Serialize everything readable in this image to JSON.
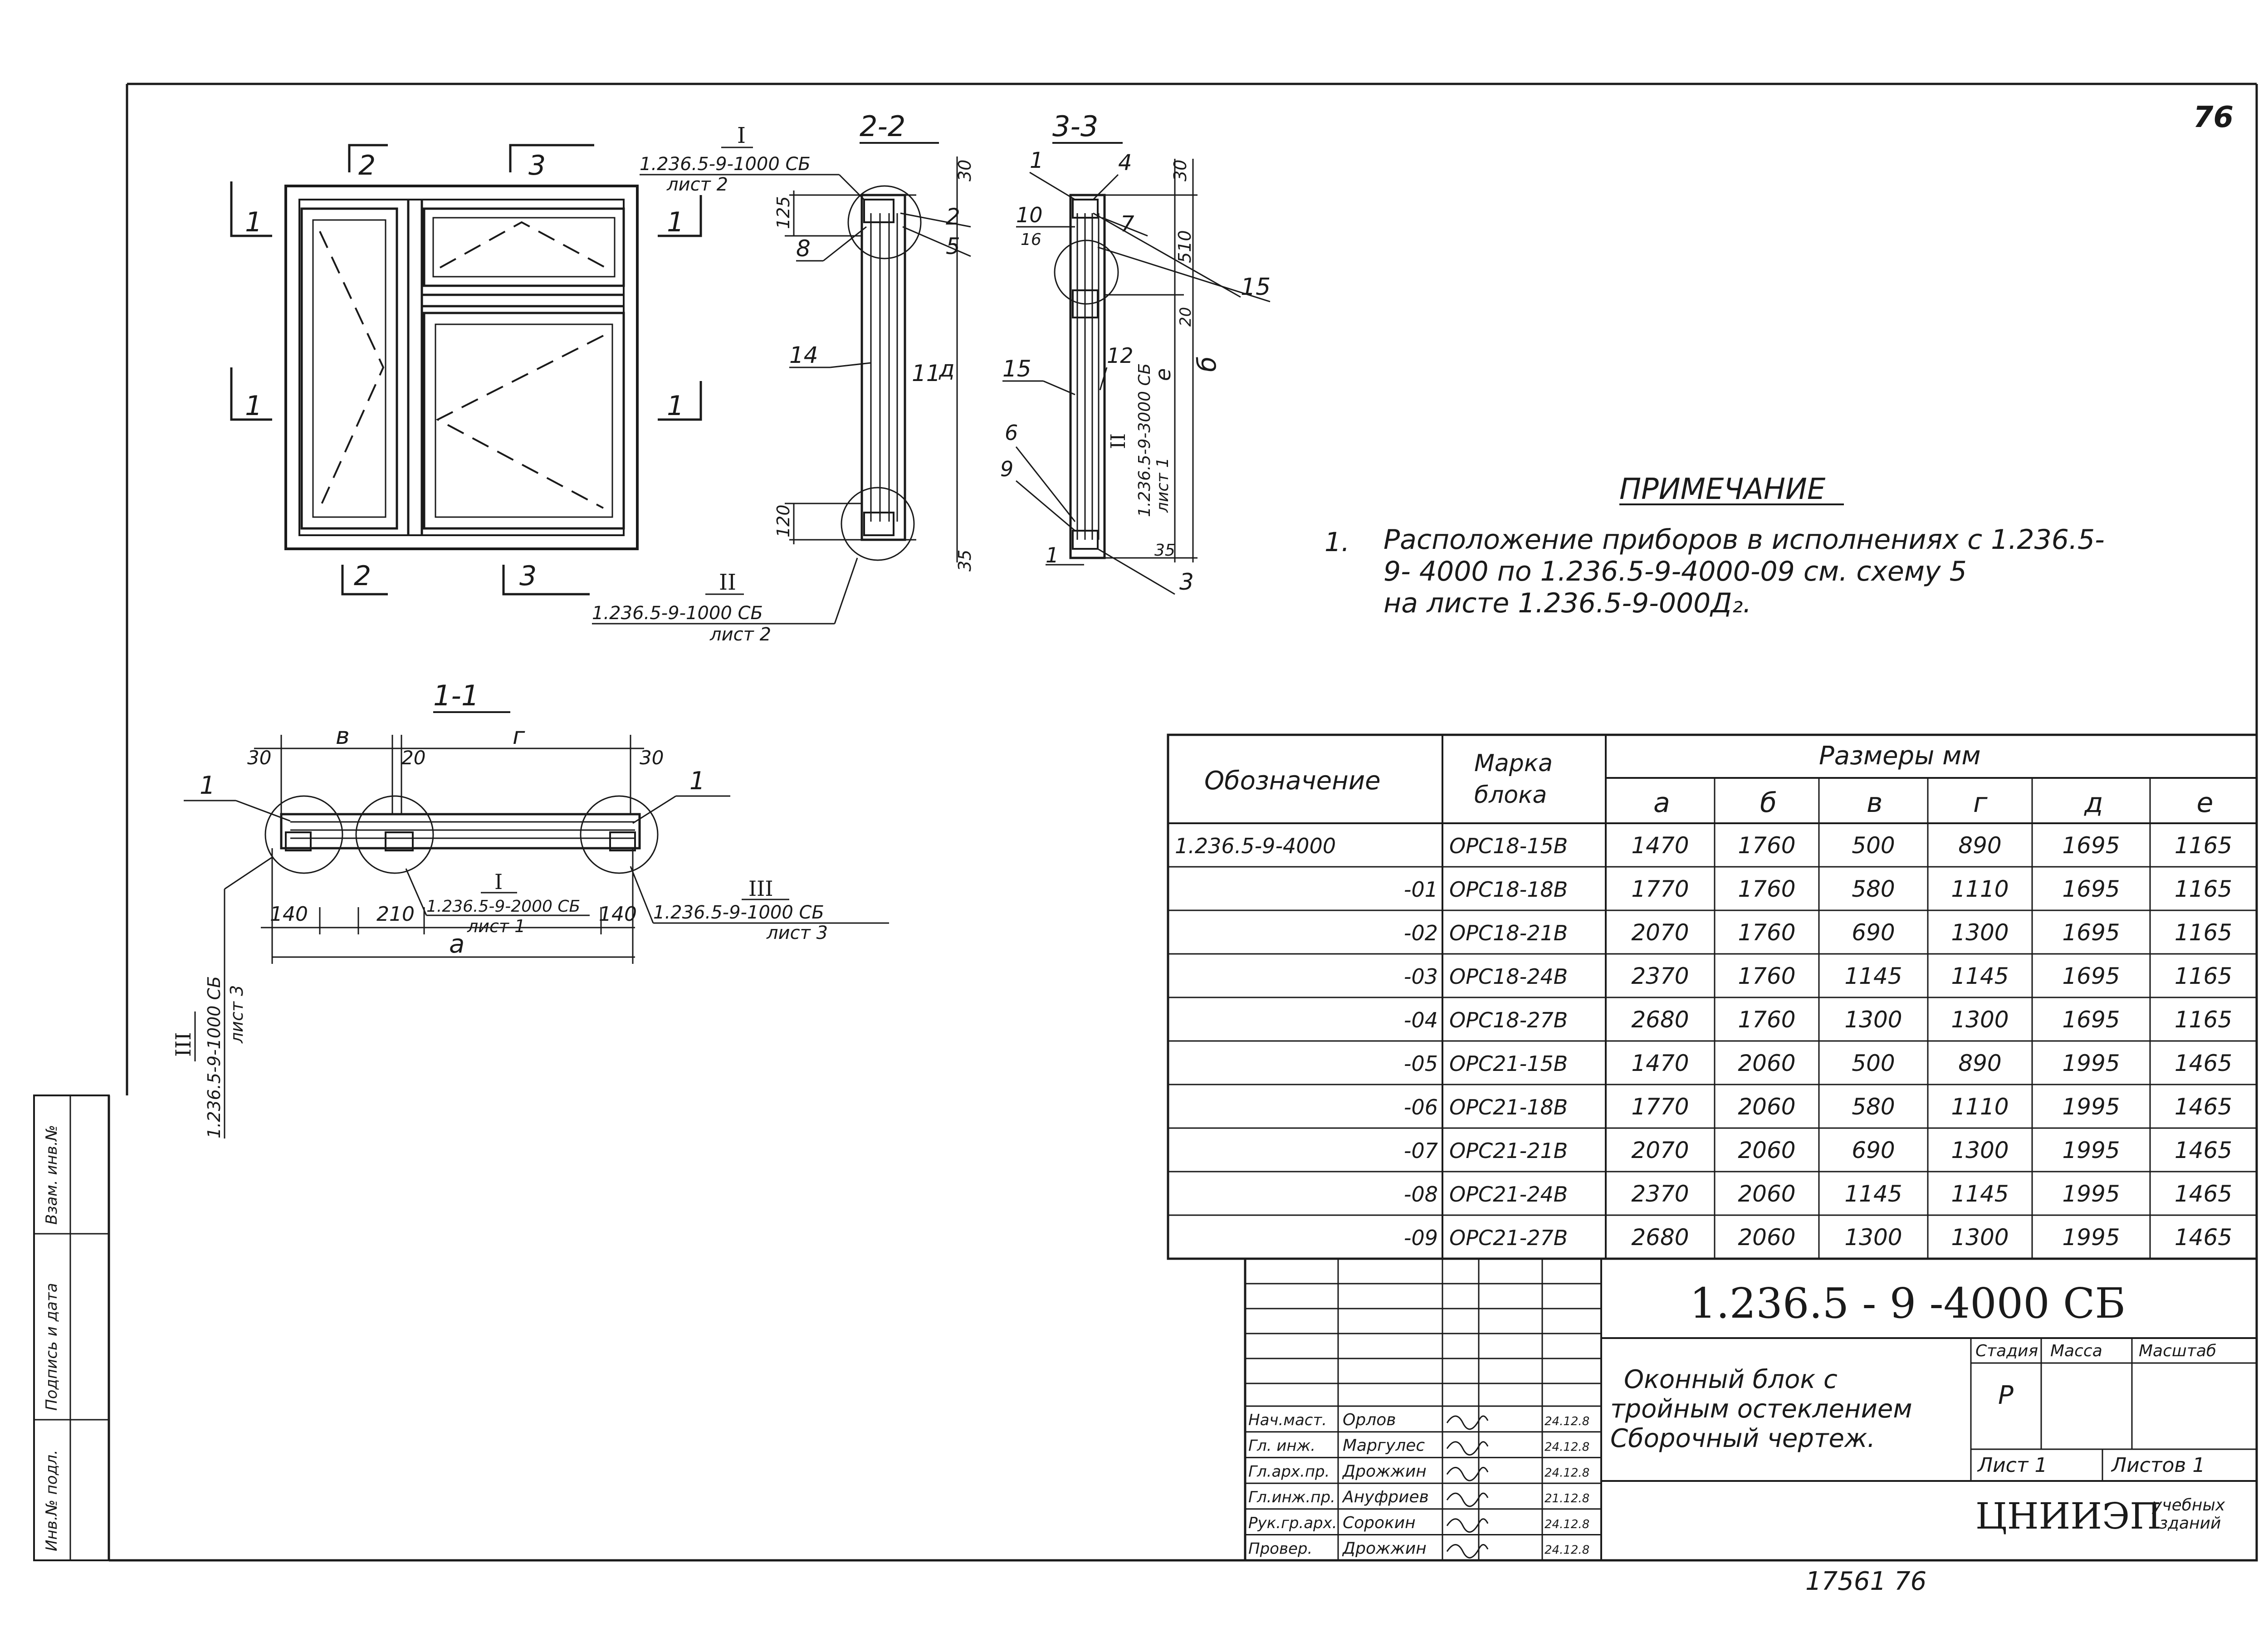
{
  "page_number": "76",
  "bottom_number": "17561  76",
  "note": {
    "title": "ПРИМЕЧАНИЕ",
    "index": "1.",
    "lines": [
      "Расположение приборов в исполнениях с 1.236.5-",
      "9- 4000 по 1.236.5-9-4000-09 см. схему 5",
      "на листе 1.236.5-9-000Д₂."
    ]
  },
  "views": {
    "elevation": {
      "cuts": [
        "2",
        "3",
        "1",
        "1",
        "1",
        "1",
        "2",
        "3"
      ]
    },
    "section_2_2": {
      "title": "2-2",
      "ref_top_roman": "I",
      "ref_top_code": "1.236.5-9-1000 СБ",
      "ref_top_sheet": "лист 2",
      "ref_bottom_roman": "II",
      "ref_bottom_code": "1.236.5-9-1000 СБ",
      "ref_bottom_sheet": "лист 2",
      "dims": [
        "30",
        "125",
        "120",
        "35"
      ],
      "callouts": [
        "2",
        "5",
        "8",
        "14",
        "11",
        "д"
      ]
    },
    "section_3_3": {
      "title": "3-3",
      "ref_roman": "II",
      "ref_code": "1.236.5-9-3000 СБ",
      "ref_sheet": "лист 1",
      "dims": [
        "30",
        "510",
        "20",
        "е",
        "б",
        "35"
      ],
      "callouts": [
        "1",
        "4",
        "10",
        "16",
        "7",
        "15",
        "12",
        "15",
        "6",
        "9",
        "1",
        "3"
      ]
    },
    "section_1_1": {
      "title": "1-1",
      "dims_top": [
        "30",
        "в",
        "20",
        "г",
        "30"
      ],
      "dims_bottom": [
        "140",
        "210",
        "140"
      ],
      "dim_overall": "а",
      "callouts": [
        "1",
        "1"
      ],
      "ref_i_roman": "I",
      "ref_i_code": "1.236.5-9-2000 СБ",
      "ref_i_sheet": "лист 1",
      "ref_iii_roman": "III",
      "ref_iii_code": "1.236.5-9-1000 СБ",
      "ref_iii_sheet": "лист 3",
      "ref_iii_left_roman": "III",
      "ref_iii_left_code": "1.236.5-9-1000 СБ",
      "ref_iii_left_sheet": "лист 3"
    }
  },
  "spec_table": {
    "header_designation": "Обозначение",
    "header_mark_1": "Марка",
    "header_mark_2": "блока",
    "header_sizes": "Размеры мм",
    "size_columns": [
      "а",
      "б",
      "в",
      "г",
      "д",
      "е"
    ],
    "rows": [
      {
        "designation": "1.236.5-9-4000",
        "mark": "ОРС18-15В",
        "a": "1470",
        "b": "1760",
        "v": "500",
        "g": "890",
        "d": "1695",
        "e": "1165"
      },
      {
        "designation": "-01",
        "mark": "ОРС18-18В",
        "a": "1770",
        "b": "1760",
        "v": "580",
        "g": "1110",
        "d": "1695",
        "e": "1165"
      },
      {
        "designation": "-02",
        "mark": "ОРС18-21В",
        "a": "2070",
        "b": "1760",
        "v": "690",
        "g": "1300",
        "d": "1695",
        "e": "1165"
      },
      {
        "designation": "-03",
        "mark": "ОРС18-24В",
        "a": "2370",
        "b": "1760",
        "v": "1145",
        "g": "1145",
        "d": "1695",
        "e": "1165"
      },
      {
        "designation": "-04",
        "mark": "ОРС18-27В",
        "a": "2680",
        "b": "1760",
        "v": "1300",
        "g": "1300",
        "d": "1695",
        "e": "1165"
      },
      {
        "designation": "-05",
        "mark": "ОРС21-15В",
        "a": "1470",
        "b": "2060",
        "v": "500",
        "g": "890",
        "d": "1995",
        "e": "1465"
      },
      {
        "designation": "-06",
        "mark": "ОРС21-18В",
        "a": "1770",
        "b": "2060",
        "v": "580",
        "g": "1110",
        "d": "1995",
        "e": "1465"
      },
      {
        "designation": "-07",
        "mark": "ОРС21-21В",
        "a": "2070",
        "b": "2060",
        "v": "690",
        "g": "1300",
        "d": "1995",
        "e": "1465"
      },
      {
        "designation": "-08",
        "mark": "ОРС21-24В",
        "a": "2370",
        "b": "2060",
        "v": "1145",
        "g": "1145",
        "d": "1995",
        "e": "1465"
      },
      {
        "designation": "-09",
        "mark": "ОРС21-27В",
        "a": "2680",
        "b": "2060",
        "v": "1300",
        "g": "1300",
        "d": "1995",
        "e": "1465"
      }
    ]
  },
  "title_block": {
    "code": "1.236.5 - 9 -4000 СБ",
    "title_lines": [
      "Оконный блок с",
      "тройным остеклением",
      "Сборочный чертеж."
    ],
    "stage_header": "Стадия",
    "mass_header": "Масса",
    "scale_header": "Масштаб",
    "stage": "Р",
    "sheet_label": "Лист 1",
    "sheets_label": "Листов 1",
    "org": "ЦНИИЭП",
    "org_sub": [
      "учебных",
      "зданий"
    ],
    "staff": [
      {
        "role": "Нач.маст.",
        "name": "Орлов",
        "date": "24.12.8"
      },
      {
        "role": "Гл. инж.",
        "name": "Маргулес",
        "date": "24.12.8"
      },
      {
        "role": "Гл.арх.пр.",
        "name": "Дрожжин",
        "date": "24.12.8"
      },
      {
        "role": "Гл.инж.пр.",
        "name": "Ануфриев",
        "date": "21.12.8"
      },
      {
        "role": "Рук.гр.арх.",
        "name": "Сорокин",
        "date": "24.12.8"
      },
      {
        "role": "Провер.",
        "name": "Дрожжин",
        "date": "24.12.8"
      }
    ]
  },
  "side_stamp": [
    "Инв.№ подл.",
    "Подпись и дата",
    "Взам. инв.№"
  ]
}
